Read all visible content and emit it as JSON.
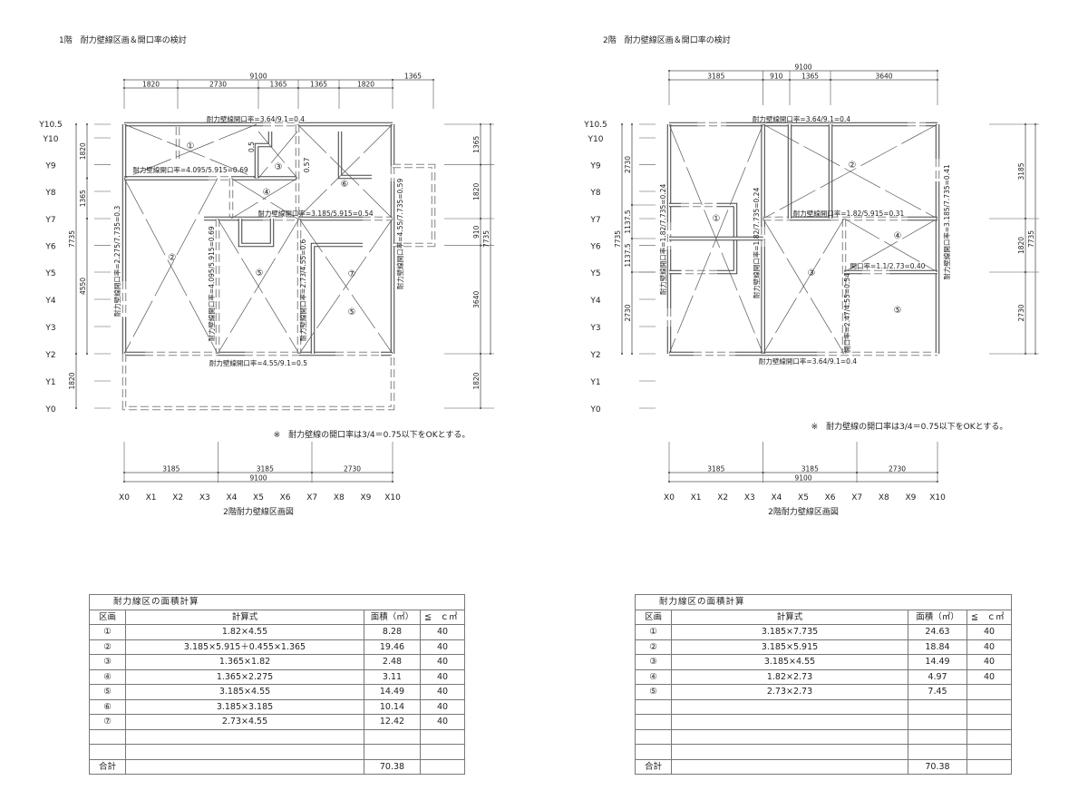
{
  "floor1": {
    "title": "1階　耐力壁線区画＆開口率の検討",
    "dims_top": {
      "total": "9100",
      "extra": "1365",
      "parts": [
        "1820",
        "2730",
        "1365",
        "1365",
        "1820"
      ]
    },
    "dims_left": {
      "total": "7735",
      "bottom": "1820",
      "parts": [
        "1820",
        "1365",
        "4550"
      ]
    },
    "dims_right": {
      "parts": [
        "1365",
        "1820",
        "910",
        "3640"
      ],
      "total": "7735",
      "bottom": "1820"
    },
    "dims_bottom": {
      "parts": [
        "3185",
        "3185",
        "2730"
      ],
      "total": "9100"
    },
    "ratios": [
      "耐力壁線開口率=3.64/9.1=0.4",
      "耐力壁線開口率=4.095/5.915=0.69",
      "耐力壁線開口率=3.185/5.915=0.54",
      "耐力壁線開口率=4.55/9.1=0.5",
      "耐力壁線開口率=2.275/7.735=0.3",
      "耐力壁線開口率=4.095/5.915=0.69",
      "耐力壁線開口率=2.73/4.55=0.6",
      "耐力壁線開口率=4.55/7.735=0.59"
    ],
    "regions": [
      "①",
      "②",
      "③",
      "④",
      "⑤",
      "⑥",
      "⑦",
      "⑤"
    ],
    "misc": [
      "0.5",
      "0.57"
    ],
    "note": "※　耐力壁線の開口率は3/4＝0.75以下をOKとする。",
    "caption": "2階耐力壁線区画図"
  },
  "floor2": {
    "title": "2階　耐力壁線区画＆開口率の検討",
    "dims_top": {
      "total": "9100",
      "parts": [
        "3185",
        "910",
        "1365",
        "3640"
      ]
    },
    "dims_left": {
      "total": "7735",
      "parts": [
        "2730",
        "1137.5",
        "1137.5",
        "2730"
      ]
    },
    "dims_right": {
      "parts": [
        "3185",
        "1820",
        "2730"
      ],
      "total": "7735"
    },
    "dims_bottom": {
      "parts": [
        "3185",
        "3185",
        "2730"
      ],
      "total": "9100"
    },
    "ratios": [
      "耐力壁線開口率=3.64/9.1=0.4",
      "耐力壁線開口率=1.82/7.735=0.24",
      "耐力壁線開口率=1.82/7.735=0.24",
      "耐力壁線開口率=1.82/5.915=0.31",
      "開口率=1.1/2.73=0.40",
      "開口率=2.47/4.55=0.54",
      "耐力壁線開口率=3.185/7.735=0.41",
      "耐力壁線開口率=3.64/9.1=0.4"
    ],
    "regions": [
      "①",
      "②",
      "③",
      "④",
      "⑤"
    ],
    "note": "※　耐力壁線の開口率は3/4＝0.75以下をOKとする。",
    "caption": "2階耐力壁線区画図"
  },
  "y_labels": [
    "Y10.5",
    "Y10",
    "Y9",
    "Y8",
    "Y7",
    "Y6",
    "Y5",
    "Y4",
    "Y3",
    "Y2",
    "Y1",
    "Y0"
  ],
  "x_labels": [
    "X0",
    "X1",
    "X2",
    "X3",
    "X4",
    "X5",
    "X6",
    "X7",
    "X8",
    "X9",
    "X10"
  ],
  "tables": [
    {
      "title": "耐力線区の面積計算",
      "headers": [
        "区画",
        "計算式",
        "面積（㎡）",
        "≦　ｃ㎡"
      ],
      "rows": [
        [
          "①",
          "1.82×4.55",
          "8.28",
          "40"
        ],
        [
          "②",
          "3.185×5.915＋0.455×1.365",
          "19.46",
          "40"
        ],
        [
          "③",
          "1.365×1.82",
          "2.48",
          "40"
        ],
        [
          "④",
          "1.365×2.275",
          "3.11",
          "40"
        ],
        [
          "⑤",
          "3.185×4.55",
          "14.49",
          "40"
        ],
        [
          "⑥",
          "3.185×3.185",
          "10.14",
          "40"
        ],
        [
          "⑦",
          "2.73×4.55",
          "12.42",
          "40"
        ],
        [
          "",
          "",
          "",
          ""
        ],
        [
          "",
          "",
          "",
          ""
        ]
      ],
      "total_label": "合計",
      "total_value": "70.38"
    },
    {
      "title": "耐力線区の面積計算",
      "headers": [
        "区画",
        "計算式",
        "面積（㎡）",
        "≦　ｃ㎡"
      ],
      "rows": [
        [
          "①",
          "3.185×7.735",
          "24.63",
          "40"
        ],
        [
          "②",
          "3.185×5.915",
          "18.84",
          "40"
        ],
        [
          "③",
          "3.185×4.55",
          "14.49",
          "40"
        ],
        [
          "④",
          "1.82×2.73",
          "4.97",
          "40"
        ],
        [
          "⑤",
          "2.73×2.73",
          "7.45",
          ""
        ],
        [
          "",
          "",
          "",
          ""
        ],
        [
          "",
          "",
          "",
          ""
        ],
        [
          "",
          "",
          "",
          ""
        ],
        [
          "",
          "",
          "",
          ""
        ]
      ],
      "total_label": "合計",
      "total_value": "70.38"
    }
  ]
}
